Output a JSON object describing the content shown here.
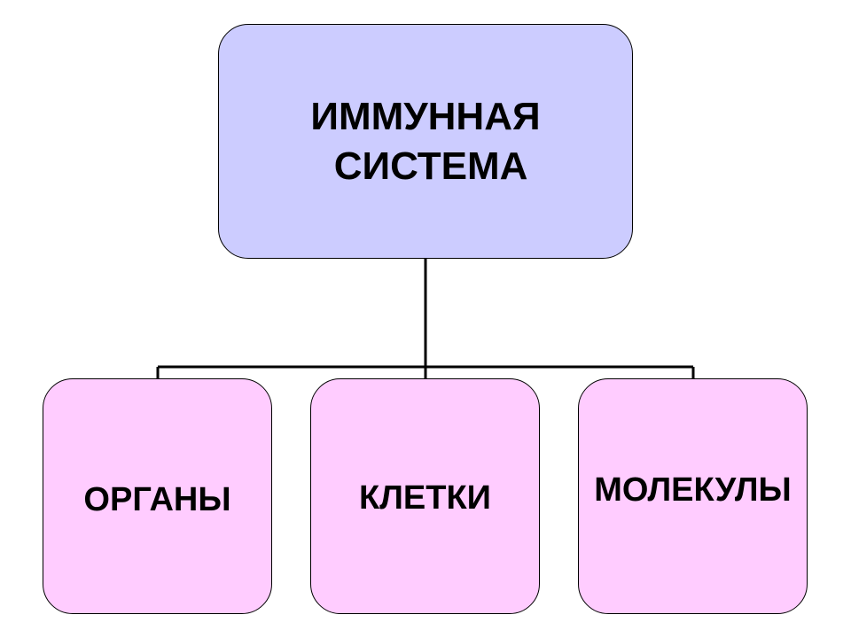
{
  "diagram": {
    "root": {
      "line1": "ИММУННАЯ",
      "line2": " СИСТЕМА"
    },
    "children": [
      {
        "label": "ОРГАНЫ"
      },
      {
        "label": "КЛЕТКИ"
      },
      {
        "label": "МОЛЕКУЛЫ"
      }
    ]
  },
  "colors": {
    "root_fill": "#ccccff",
    "child_fill": "#ffccff",
    "stroke": "#000000",
    "background": "#ffffff"
  }
}
